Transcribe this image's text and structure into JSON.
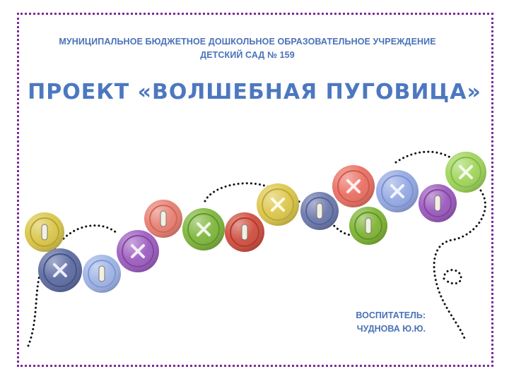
{
  "header": {
    "org_line1": "МУНИЦИПАЛЬНОЕ БЮДЖЕТНОЕ ДОШКОЛЬНОЕ ОБРАЗОВАТЕЛЬНОЕ УЧРЕЖДЕНИЕ",
    "org_line2": "ДЕТСКИЙ САД № 159"
  },
  "title": "ПРОЕКТ «ВОЛШЕБНАЯ ПУГОВИЦА»",
  "footer": {
    "teacher_label": "ВОСПИТАТЕЛЬ:",
    "teacher_name": "ЧУДНОВА Ю.Ю."
  },
  "colors": {
    "frame": "#7b2c99",
    "text": "#4a72b8"
  }
}
